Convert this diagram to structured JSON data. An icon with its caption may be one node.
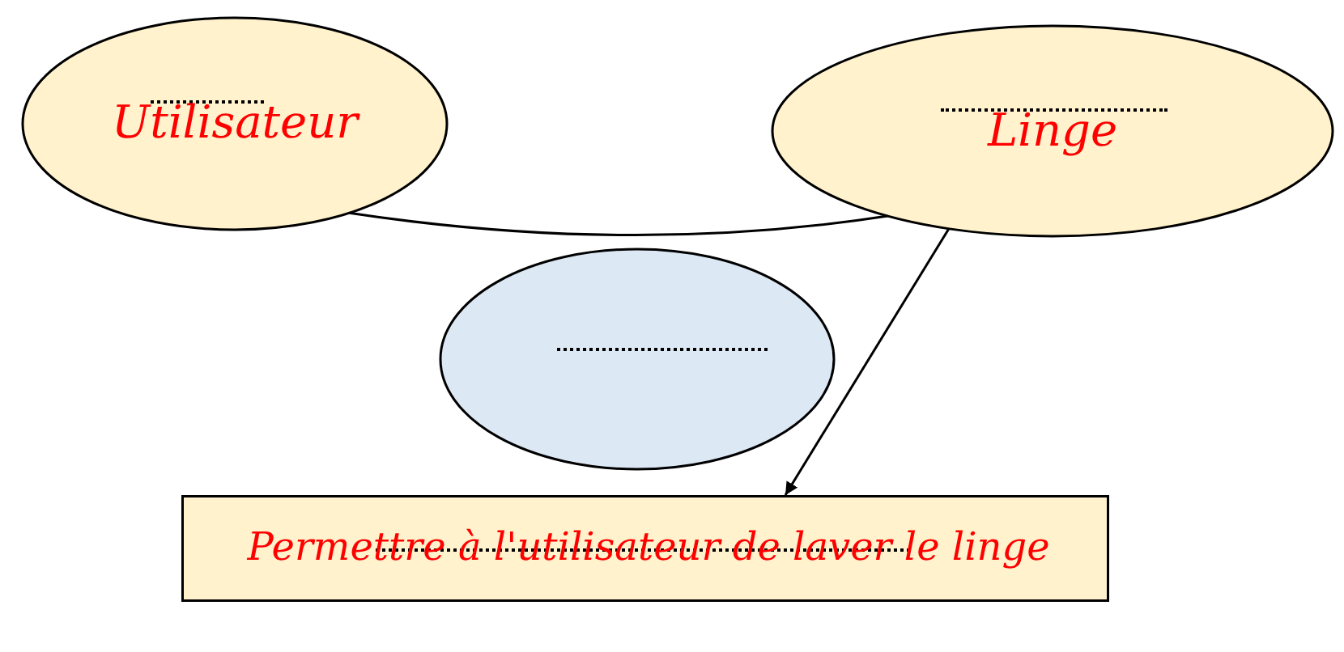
{
  "diagram": {
    "nodes": [
      {
        "text": [
          "Utilisateur"
        ]
      },
      {
        "text": [
          "Linge"
        ]
      },
      {
        "text": [],
        "shape": "ellipse"
      },
      {
        "text": [
          "Permettre à l'utilisateur de laver le linge"
        ]
      }
    ],
    "edges": [
      {
        "from": 0,
        "to": 1,
        "arrow": "none"
      },
      {
        "from": 1,
        "to": 3,
        "arrow": "to"
      }
    ]
  }
}
